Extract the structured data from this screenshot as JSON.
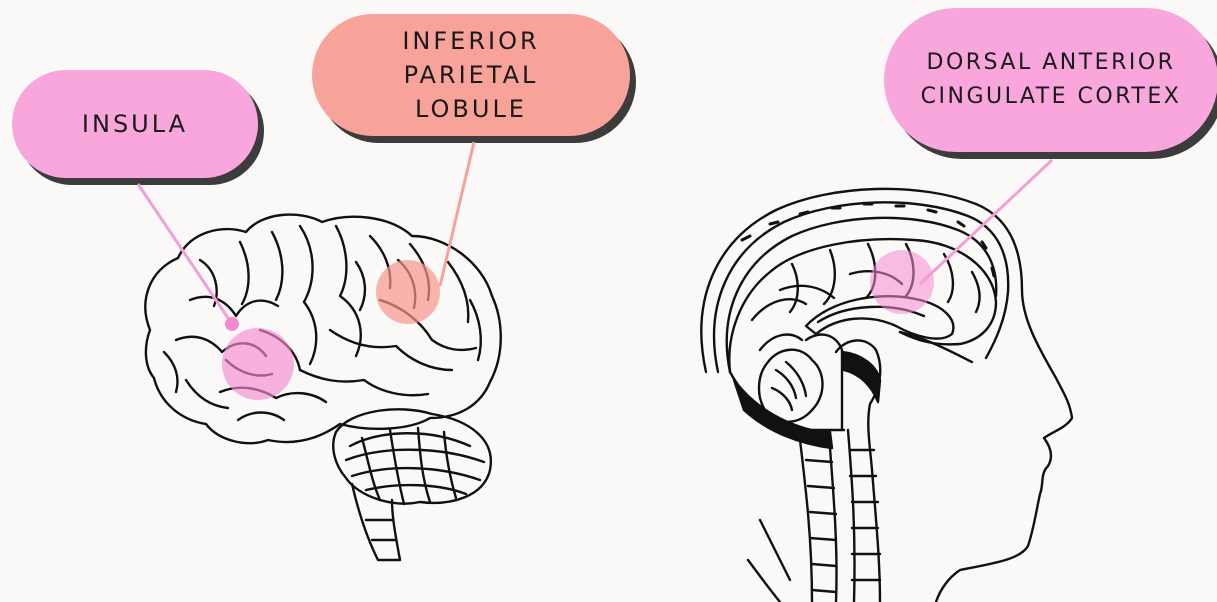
{
  "labels": {
    "insula": "INSULA",
    "inferior_parietal_lobule": "INFERIOR\nPARIETAL\nLOBULE",
    "dorsal_anterior_cingulate_cortex": "DORSAL ANTERIOR\nCINGULATE CORTEX"
  },
  "colors": {
    "background": "#fbf9f8",
    "pink_label": "#f8a6dc",
    "salmon_label": "#f8a39a",
    "pink_highlight": "#f58ad0",
    "salmon_highlight": "#f7968a",
    "shadow": "#3c3c3c",
    "ink": "#111111",
    "pink_line": "#f2a0d2",
    "salmon_line": "#f2a49a"
  },
  "icons": {
    "left": "brain-lateral-view-icon",
    "right": "head-sagittal-section-icon"
  }
}
